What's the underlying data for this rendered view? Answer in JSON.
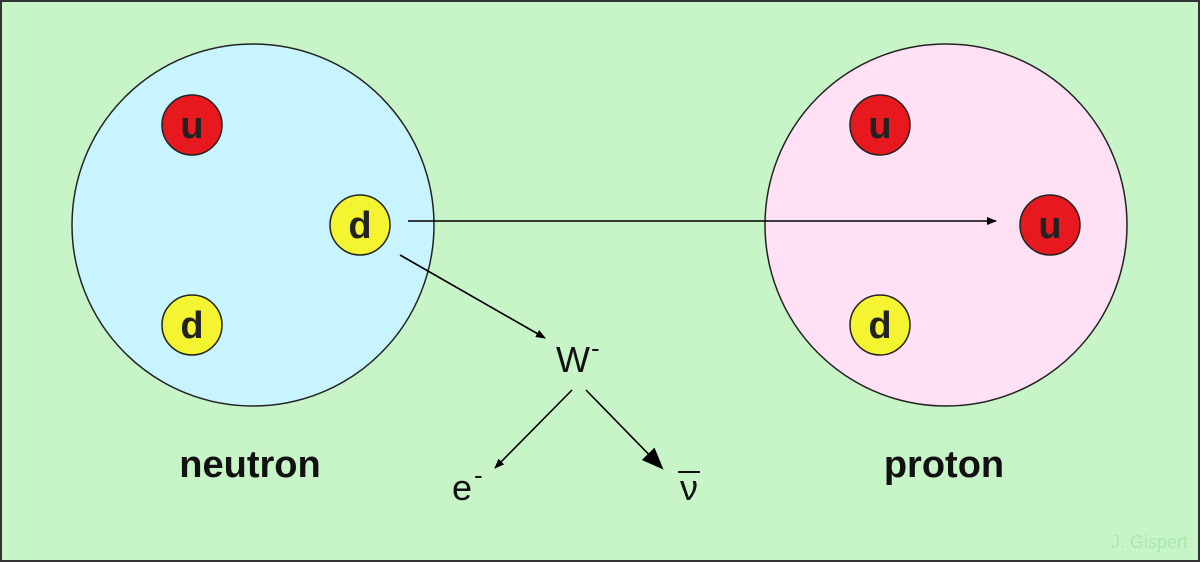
{
  "neutron": {
    "label": "neutron",
    "fill": "#c8f4ff",
    "quarks": [
      {
        "symbol": "u",
        "flavor": "up",
        "fill": "#e8191e"
      },
      {
        "symbol": "d",
        "flavor": "down",
        "fill": "#f4f430"
      },
      {
        "symbol": "d",
        "flavor": "down",
        "fill": "#f4f430"
      }
    ]
  },
  "proton": {
    "label": "proton",
    "fill": "#ffe0f4",
    "quarks": [
      {
        "symbol": "u",
        "flavor": "up",
        "fill": "#e8191e"
      },
      {
        "symbol": "u",
        "flavor": "up",
        "fill": "#e8191e"
      },
      {
        "symbol": "d",
        "flavor": "down",
        "fill": "#f4f430"
      }
    ]
  },
  "boson": {
    "symbol": "W",
    "charge": "-"
  },
  "electron": {
    "symbol": "e",
    "charge": "-"
  },
  "antineutrino": {
    "symbol": "ν"
  },
  "credit": "J. Gispert",
  "background": "#c8f5c8"
}
